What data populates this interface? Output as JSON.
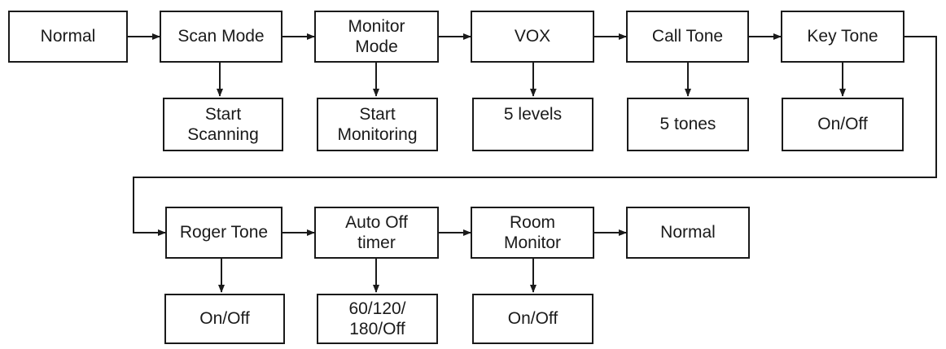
{
  "line_color": "#1a1a1a",
  "row1": {
    "normal": "Normal",
    "scan_mode": "Scan Mode",
    "monitor_mode": "Monitor\nMode",
    "vox": "VOX",
    "call_tone": "Call Tone",
    "key_tone": "Key Tone"
  },
  "row1_sub": {
    "start_scanning": "Start\nScanning",
    "start_monitoring": "Start\nMonitoring",
    "vox_levels": "5 levels",
    "call_tones": "5 tones",
    "key_onoff": "On/Off"
  },
  "row2": {
    "roger_tone": "Roger Tone",
    "auto_off_timer": "Auto Off\ntimer",
    "room_monitor": "Room\nMonitor",
    "normal_end": "Normal"
  },
  "row2_sub": {
    "roger_onoff": "On/Off",
    "timer_values": "60/120/\n180/Off",
    "room_onoff": "On/Off"
  }
}
